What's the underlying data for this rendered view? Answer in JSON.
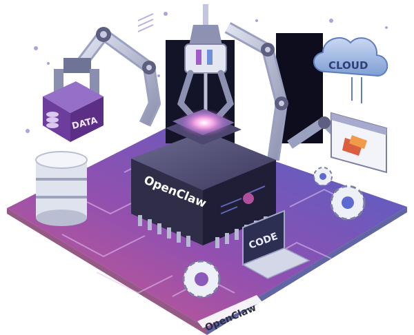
{
  "scene": {
    "brand_label": "OpenClaw",
    "chip_label": "OpenClaw",
    "data_label": "DATA",
    "cloud_label": "CLOUD",
    "code_label": "CODE",
    "icons": [
      "data-cube-icon",
      "database-icon",
      "cloud-icon",
      "laptop-icon",
      "browser-window-icon",
      "gear-icon",
      "robotic-arm-icon"
    ],
    "colors": {
      "platform_pink": "#c2528a",
      "platform_purple": "#7b4fb5",
      "platform_blue": "#4d62c7",
      "chip_dark": "#2f2d48",
      "glow": "#f38ad6",
      "cloud_blue": "#7fa0d6"
    }
  }
}
